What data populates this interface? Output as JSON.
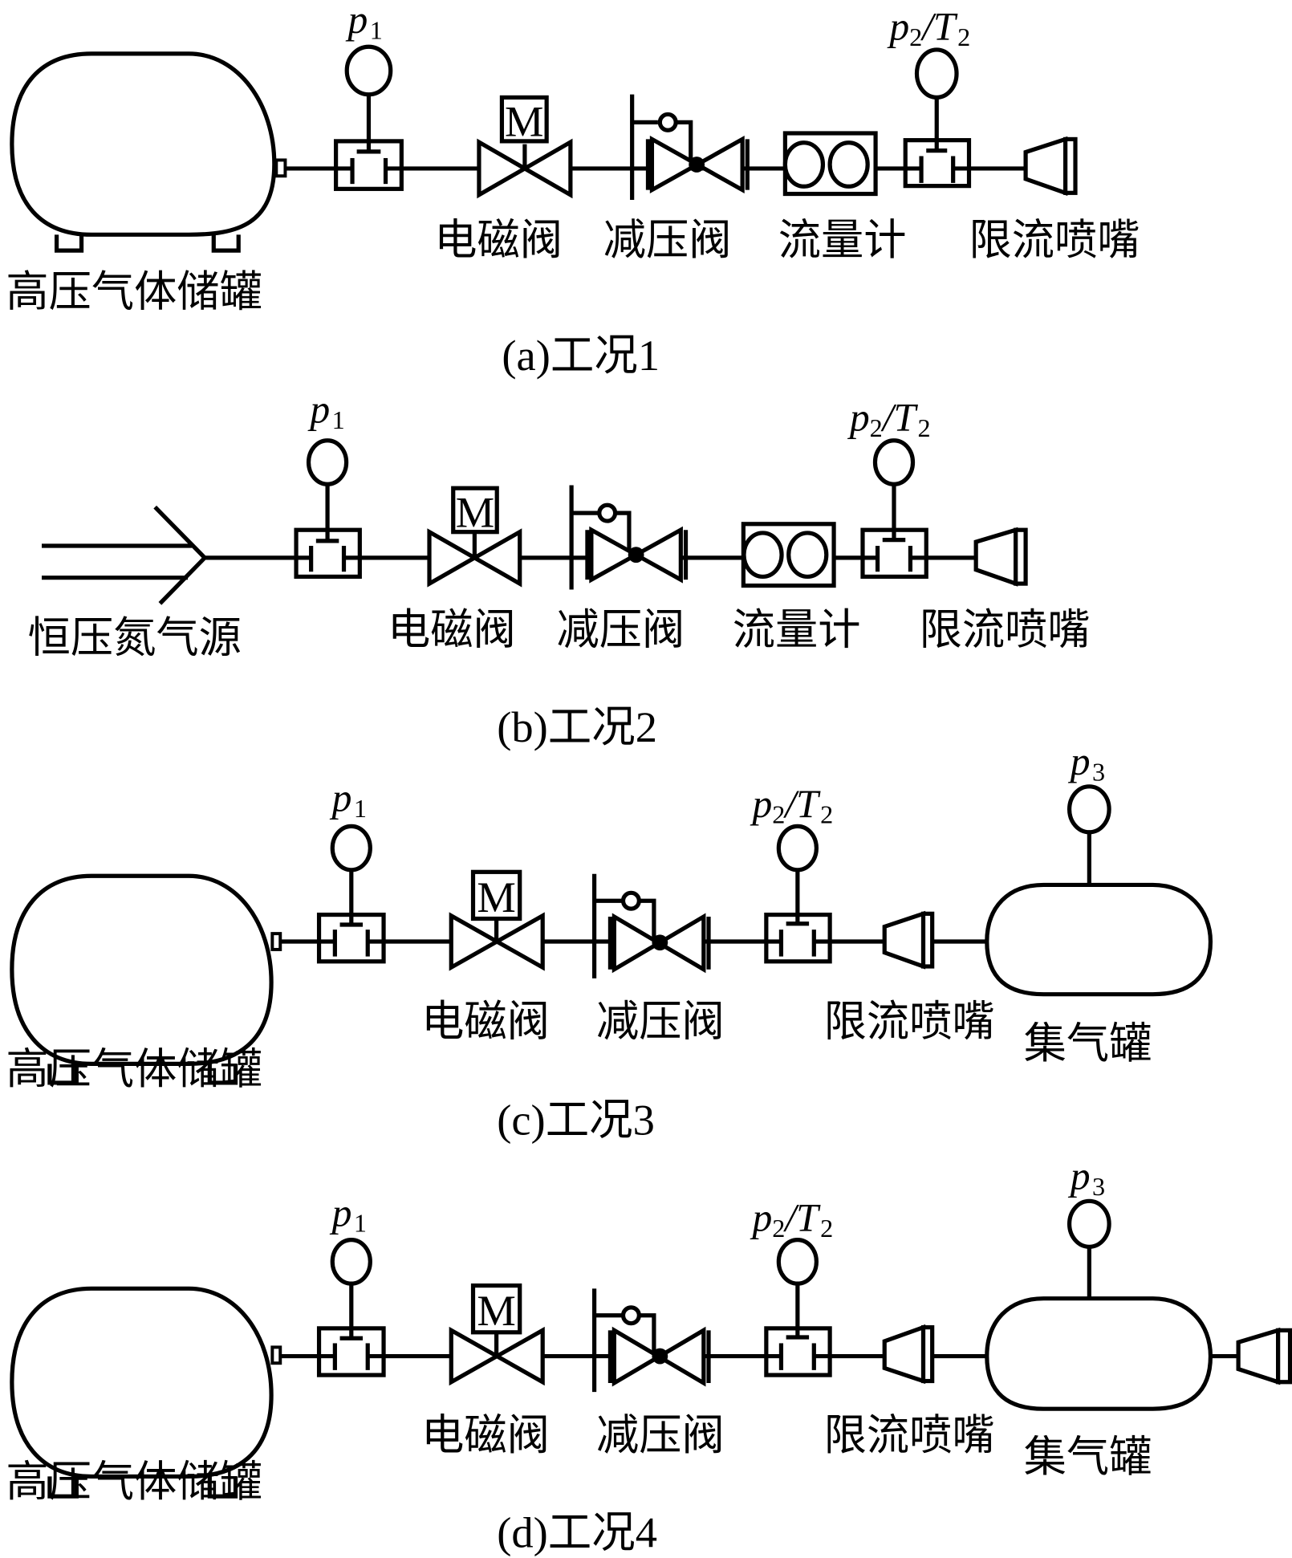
{
  "figure": {
    "colors": {
      "stroke": "#000000",
      "background": "#ffffff"
    },
    "motor_letter": "M",
    "panels": [
      {
        "id": "a",
        "caption": "(a)工况1",
        "source": {
          "kind": "storage-tank",
          "label": "高压气体储罐"
        },
        "sensors": [
          {
            "id": "p1",
            "symbol": "p",
            "sub": "1"
          },
          {
            "id": "p2T2",
            "symbol": "p",
            "sub": "2",
            "symbol2": "T",
            "sub2": "2"
          }
        ],
        "components": [
          {
            "kind": "solenoid-valve",
            "label": "电磁阀"
          },
          {
            "kind": "pressure-reducing-valve",
            "label": "减压阀"
          },
          {
            "kind": "flowmeter",
            "label": "流量计"
          },
          {
            "kind": "nozzle",
            "label": "限流喷嘴"
          }
        ]
      },
      {
        "id": "b",
        "caption": "(b)工况2",
        "source": {
          "kind": "gas-supply",
          "label": "恒压氮气源"
        },
        "sensors": [
          {
            "id": "p1",
            "symbol": "p",
            "sub": "1"
          },
          {
            "id": "p2T2",
            "symbol": "p",
            "sub": "2",
            "symbol2": "T",
            "sub2": "2"
          }
        ],
        "components": [
          {
            "kind": "solenoid-valve",
            "label": "电磁阀"
          },
          {
            "kind": "pressure-reducing-valve",
            "label": "减压阀"
          },
          {
            "kind": "flowmeter",
            "label": "流量计"
          },
          {
            "kind": "nozzle",
            "label": "限流喷嘴"
          }
        ]
      },
      {
        "id": "c",
        "caption": "(c)工况3",
        "source": {
          "kind": "storage-tank",
          "label": "高压气体储罐"
        },
        "sensors": [
          {
            "id": "p1",
            "symbol": "p",
            "sub": "1"
          },
          {
            "id": "p2T2",
            "symbol": "p",
            "sub": "2",
            "symbol2": "T",
            "sub2": "2"
          },
          {
            "id": "p3",
            "symbol": "p",
            "sub": "3"
          }
        ],
        "components": [
          {
            "kind": "solenoid-valve",
            "label": "电磁阀"
          },
          {
            "kind": "pressure-reducing-valve",
            "label": "减压阀"
          },
          {
            "kind": "nozzle",
            "label": "限流喷嘴"
          },
          {
            "kind": "collection-tank",
            "label": "集气罐"
          }
        ]
      },
      {
        "id": "d",
        "caption": "(d)工况4",
        "source": {
          "kind": "storage-tank",
          "label": "高压气体储罐"
        },
        "sensors": [
          {
            "id": "p1",
            "symbol": "p",
            "sub": "1"
          },
          {
            "id": "p2T2",
            "symbol": "p",
            "sub": "2",
            "symbol2": "T",
            "sub2": "2"
          },
          {
            "id": "p3",
            "symbol": "p",
            "sub": "3"
          }
        ],
        "components": [
          {
            "kind": "solenoid-valve",
            "label": "电磁阀"
          },
          {
            "kind": "pressure-reducing-valve",
            "label": "减压阀"
          },
          {
            "kind": "nozzle",
            "label": "限流喷嘴"
          },
          {
            "kind": "collection-tank",
            "label": "集气罐"
          },
          {
            "kind": "outlet-nozzle",
            "label": ""
          }
        ]
      }
    ]
  }
}
